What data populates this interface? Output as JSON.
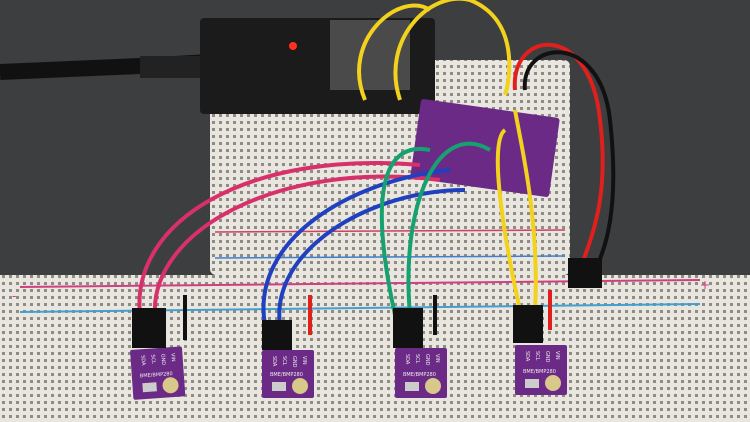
{
  "scene": {
    "colors": {
      "background": "#3c3e40",
      "breadboard": "#e9e6df",
      "sensor": "#6a2a86",
      "wire_red": "#e0201c",
      "wire_yellow": "#f2d21c",
      "wire_blue": "#2040c0",
      "wire_green": "#17a070",
      "wire_pink": "#d8306a"
    },
    "microcontroller_silkscreen": "",
    "rail_plus": "+",
    "rail_minus": "-",
    "sensors": [
      {
        "model": "BME/BMP280",
        "pins": [
          "VIN",
          "GND",
          "SCL",
          "SDA"
        ]
      },
      {
        "model": "BME/BMP280",
        "pins": [
          "VIN",
          "GND",
          "SCL",
          "SDA"
        ]
      },
      {
        "model": "BME/BMP280",
        "pins": [
          "VIN",
          "GND",
          "SCL",
          "SDA"
        ]
      },
      {
        "model": "BME/BMP280",
        "pins": [
          "VIN",
          "GND",
          "SCL",
          "SDA"
        ]
      }
    ]
  }
}
